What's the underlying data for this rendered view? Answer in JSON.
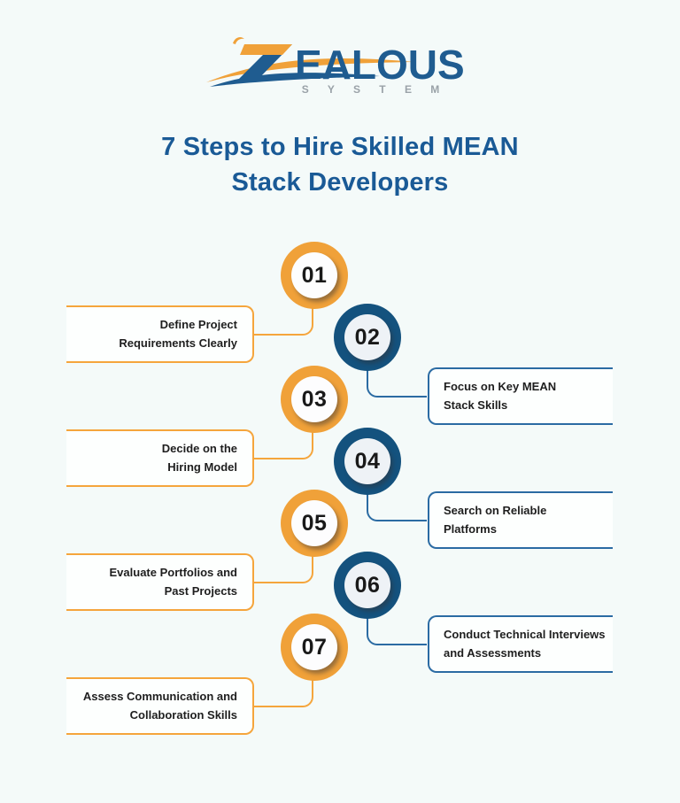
{
  "page": {
    "background": "#f4faf9"
  },
  "logo": {
    "brand_letters": "EALOUS",
    "brand_sub": "S Y S T E M",
    "navy": "#1f5c90",
    "orange": "#f0a139",
    "sub_gray": "#9aa2a8"
  },
  "title": {
    "text": "7 Steps to Hire Skilled MEAN\nStack Developers",
    "color": "#1a5a96"
  },
  "colors": {
    "orange_ring": "#f0a139",
    "orange_border": "#f5a53c",
    "orange_inner_fill": "#fdfdfe",
    "blue_ring": "#14527e",
    "blue_border": "#2b6ba3",
    "blue_inner_fill": "#eef2f6",
    "number_text": "#191919",
    "label_text": "#1e1e1e",
    "box_fill": "#fdfffe"
  },
  "steps": [
    {
      "number": "01",
      "label": "Define Project\nRequirements Clearly",
      "side": "left",
      "theme": "orange"
    },
    {
      "number": "02",
      "label": "Focus on Key MEAN\nStack Skills",
      "side": "right",
      "theme": "blue"
    },
    {
      "number": "03",
      "label": "Decide on the\nHiring Model",
      "side": "left",
      "theme": "orange"
    },
    {
      "number": "04",
      "label": "Search on Reliable\nPlatforms",
      "side": "right",
      "theme": "blue"
    },
    {
      "number": "05",
      "label": "Evaluate Portfolios and\nPast Projects",
      "side": "left",
      "theme": "orange"
    },
    {
      "number": "06",
      "label": "Conduct Technical Interviews\nand Assessments",
      "side": "right",
      "theme": "blue"
    },
    {
      "number": "07",
      "label": "Assess Communication and\nCollaboration Skills",
      "side": "left",
      "theme": "orange"
    }
  ]
}
